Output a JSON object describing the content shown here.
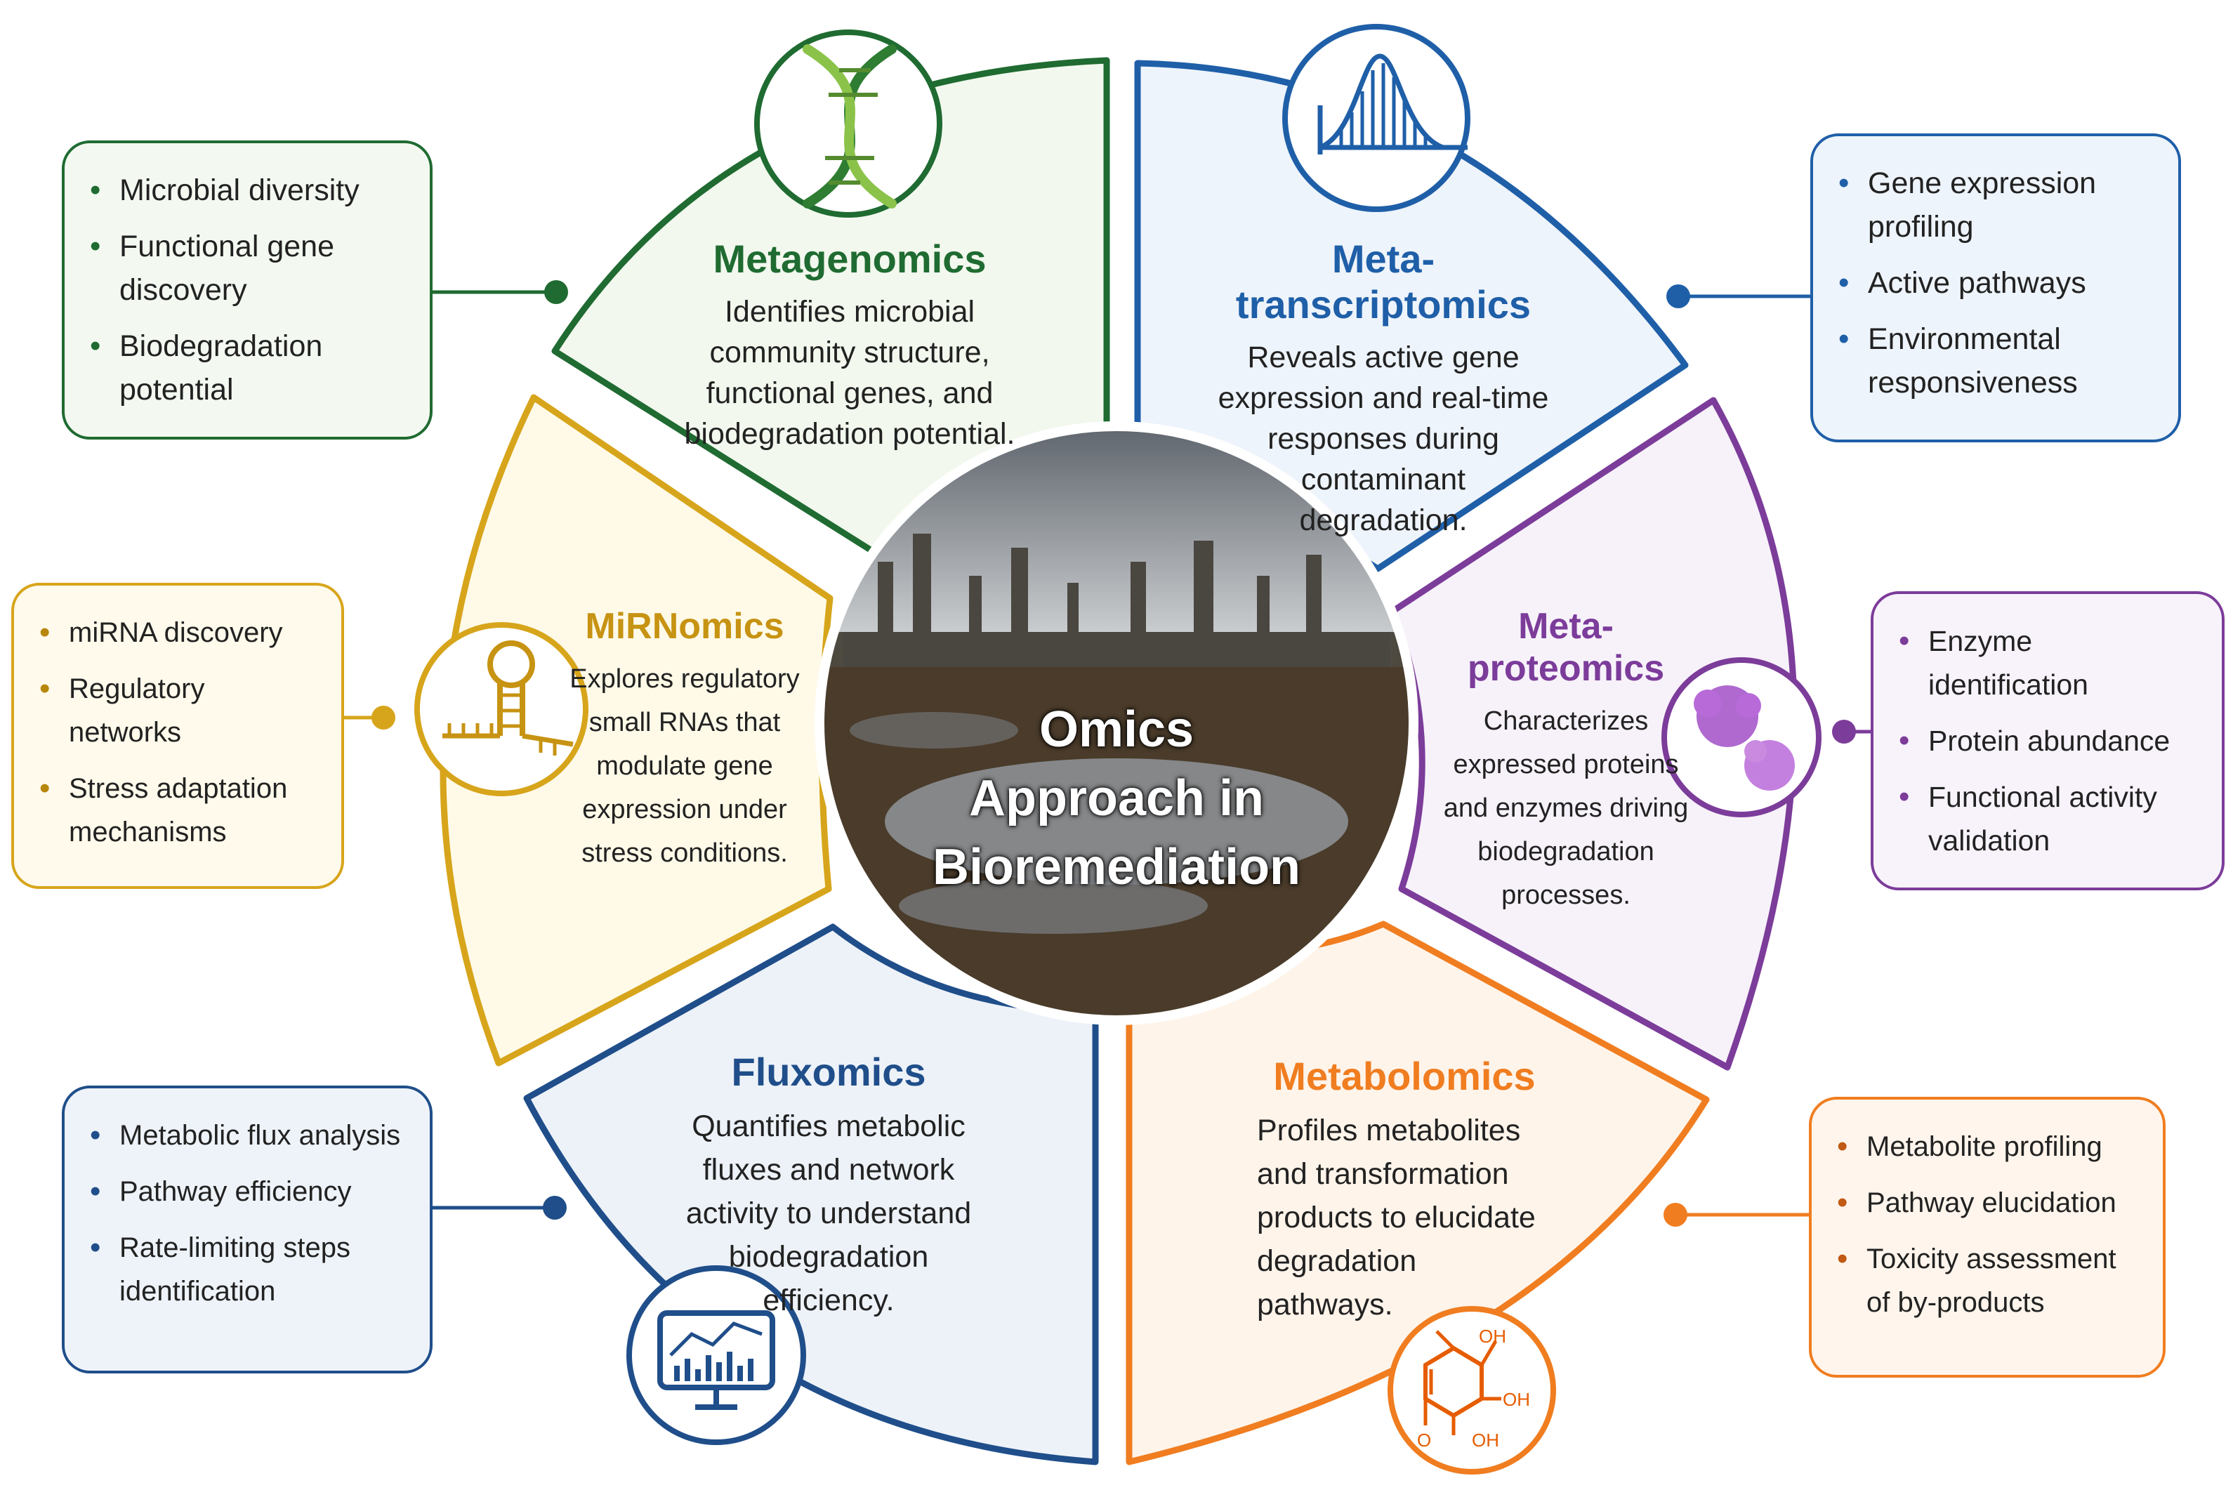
{
  "center": {
    "line1": "Omics",
    "line2": "Approach in",
    "line3": "Bioremediation"
  },
  "colors": {
    "metagenomics": "#1f6b31",
    "metatranscriptomics": "#1f5fa8",
    "metaproteomics": "#7c3c9a",
    "metabolomics": "#f07d20",
    "fluxomics": "#1f4e8a",
    "mirnomics": "#d7a51b"
  },
  "segments": {
    "metagenomics": {
      "title": "Metagenomics",
      "description": "Identifies microbial community structure, functional genes, and biodegradation potential.",
      "icon": "dna-icon",
      "bullets": [
        "Microbial diversity",
        "Functional gene discovery",
        "Biodegradation potential"
      ]
    },
    "metatranscriptomics": {
      "title": "Meta-transcriptomics",
      "description": "Reveals active gene expression and real-time responses during contaminant degradation.",
      "icon": "expression-peak-icon",
      "bullets": [
        "Gene expression profiling",
        "Active pathways",
        "Environmental responsiveness"
      ]
    },
    "metaproteomics": {
      "title": "Meta-proteomics",
      "description": "Characterizes expressed proteins and enzymes driving biodegradation processes.",
      "icon": "protein-icon",
      "bullets": [
        "Enzyme identification",
        "Protein abundance",
        "Functional activity validation"
      ]
    },
    "metabolomics": {
      "title": "Metabolomics",
      "description": "Profiles metabolites and transformation products to elucidate degradation pathways.",
      "icon": "molecule-icon",
      "molecule_labels": [
        "OH",
        "OH",
        "OH",
        "O"
      ],
      "bullets": [
        "Metabolite profiling",
        "Pathway elucidation",
        "Toxicity assessment of by-products"
      ]
    },
    "fluxomics": {
      "title": "Fluxomics",
      "description": "Quantifies metabolic fluxes and network activity to understand biodegradation efficiency.",
      "icon": "monitor-chart-icon",
      "bullets": [
        "Metabolic flux analysis",
        "Pathway efficiency",
        "Rate-limiting steps identification"
      ]
    },
    "mirnomics": {
      "title": "MiRNomics",
      "description": "Explores regulatory small RNAs that modulate gene expression under stress conditions.",
      "icon": "hairpin-rna-icon",
      "bullets": [
        "miRNA discovery",
        "Regulatory networks",
        "Stress adaptation mechanisms"
      ]
    }
  }
}
